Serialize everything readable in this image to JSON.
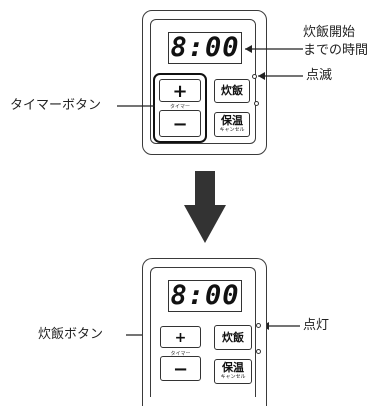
{
  "top_panel": {
    "display": "8:00",
    "plus_label": "+",
    "minus_label": "−",
    "timer_small_label": "タイマー",
    "cook_label": "炊飯",
    "keep_warm_label": "保温",
    "cancel_small_label": "キャンセル"
  },
  "bottom_panel": {
    "display": "8:00",
    "plus_label": "+",
    "minus_label": "−",
    "timer_small_label": "タイマー",
    "cook_label": "炊飯",
    "keep_warm_label": "保温",
    "cancel_small_label": "キャンセル"
  },
  "callouts": {
    "start_time_line1": "炊飯開始",
    "start_time_line2": "までの時間",
    "blinking": "点滅",
    "timer_button": "タイマーボタン",
    "cook_button": "炊飯ボタン",
    "lit": "点灯"
  },
  "colors": {
    "arrow": "#333333",
    "outline": "#3a3a3a"
  }
}
